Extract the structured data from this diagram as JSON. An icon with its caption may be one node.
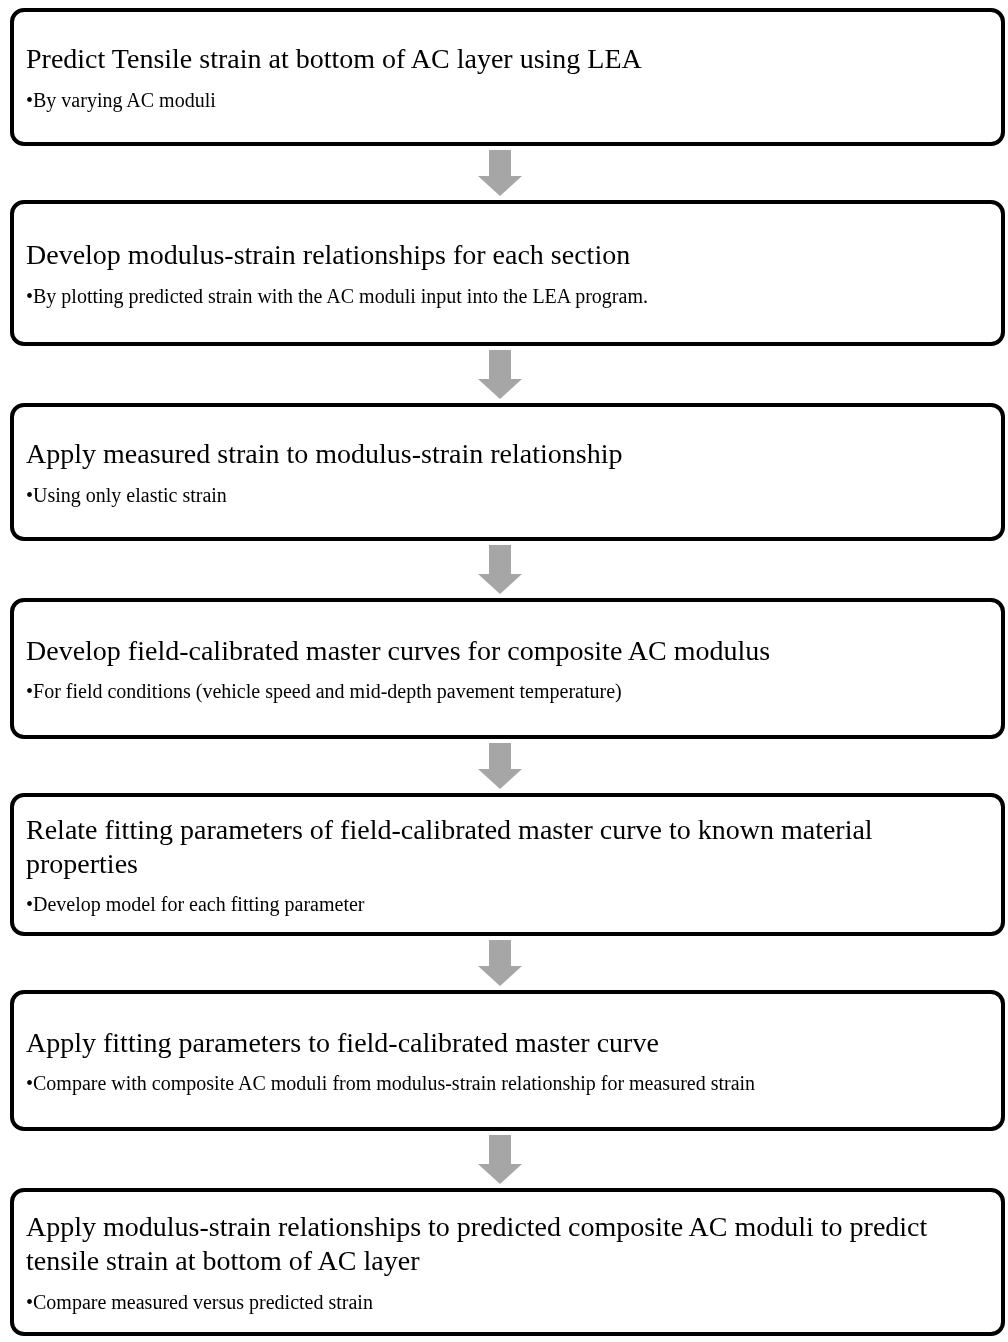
{
  "diagram": {
    "nodes": [
      {
        "text": [
          "Predict Tensile strain at bottom of AC layer using LEA",
          "•By varying AC moduli"
        ]
      },
      {
        "text": [
          "Develop modulus-strain relationships for each section",
          "•By plotting predicted strain with the AC moduli input into the LEA program."
        ]
      },
      {
        "text": [
          "Apply measured strain to modulus-strain relationship",
          "•Using only elastic strain"
        ]
      },
      {
        "text": [
          "Develop field-calibrated master curves for composite AC modulus",
          "•For field conditions (vehicle speed and mid-depth pavement temperature)"
        ]
      },
      {
        "text": [
          "Relate fitting parameters of field-calibrated master curve to known material properties",
          "•Develop model for each fitting parameter"
        ]
      },
      {
        "text": [
          "Apply fitting parameters to field-calibrated master curve",
          "•Compare with composite AC moduli from modulus-strain relationship for measured strain"
        ]
      },
      {
        "text": [
          "Apply modulus-strain relationships to predicted composite AC moduli to predict tensile strain at bottom of AC layer",
          "•Compare measured versus predicted strain"
        ]
      }
    ],
    "edges": [
      {
        "from": 0,
        "to": 1,
        "arrow": "to"
      },
      {
        "from": 1,
        "to": 2,
        "arrow": "to"
      },
      {
        "from": 2,
        "to": 3,
        "arrow": "to"
      },
      {
        "from": 3,
        "to": 4,
        "arrow": "to"
      },
      {
        "from": 4,
        "to": 5,
        "arrow": "to"
      },
      {
        "from": 5,
        "to": 6,
        "arrow": "to"
      }
    ]
  }
}
